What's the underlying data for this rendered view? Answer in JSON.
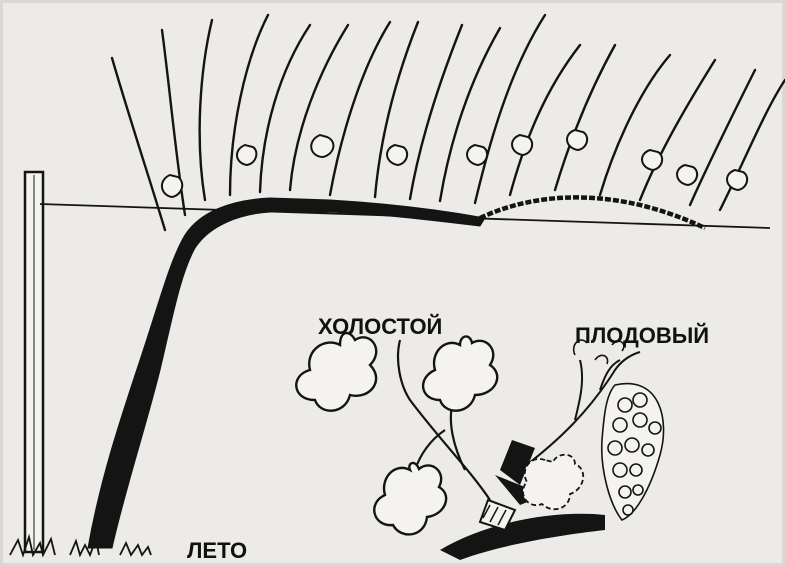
{
  "labels": {
    "barren_shoot": "ХОЛОСТОЙ",
    "fruiting_shoot": "ПЛОДОВЫЙ",
    "season": "ЛЕТО"
  },
  "colors": {
    "background": "#ecebe7",
    "ink": "#141414",
    "paper_shade": "#d9d8d3"
  }
}
